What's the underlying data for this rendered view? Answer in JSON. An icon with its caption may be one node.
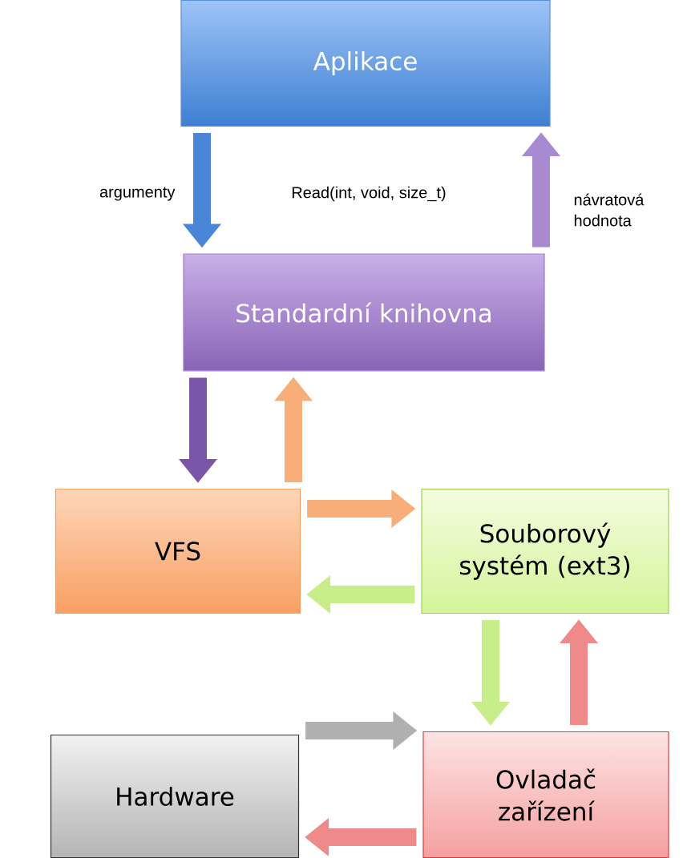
{
  "diagram": {
    "nodes": [
      {
        "text": [
          "Aplikace"
        ]
      },
      {
        "text": [
          "Standardní knihovna"
        ]
      },
      {
        "text": [
          "VFS"
        ]
      },
      {
        "text": [
          "Souborový systém (ext3)"
        ]
      },
      {
        "text": [
          "Hardware"
        ]
      },
      {
        "text": [
          "Ovladač zařízení"
        ]
      }
    ],
    "edges": [
      {
        "from": 0,
        "to": 1,
        "arrow": "to",
        "label": "argumenty",
        "color": "#4a86d8"
      },
      {
        "from": 1,
        "to": 0,
        "arrow": "to",
        "label": "návratová hodnota",
        "color": "#a88ad0"
      },
      {
        "from": 1,
        "to": 2,
        "arrow": "to",
        "color": "#7a55a8"
      },
      {
        "from": 2,
        "to": 1,
        "arrow": "to",
        "color": "#f8ae78"
      },
      {
        "from": 2,
        "to": 3,
        "arrow": "to",
        "color": "#f8ae78"
      },
      {
        "from": 3,
        "to": 2,
        "arrow": "to",
        "color": "#c8ee8a"
      },
      {
        "from": 3,
        "to": 5,
        "arrow": "to",
        "color": "#c8ee8a"
      },
      {
        "from": 5,
        "to": 3,
        "arrow": "to",
        "color": "#ee8a8a"
      },
      {
        "from": 4,
        "to": 5,
        "arrow": "to",
        "color": "#b0b0b0"
      },
      {
        "from": 5,
        "to": 4,
        "arrow": "to",
        "color": "#ee8a8a"
      }
    ],
    "labels": [
      "Read(int, void, size_t)"
    ]
  }
}
